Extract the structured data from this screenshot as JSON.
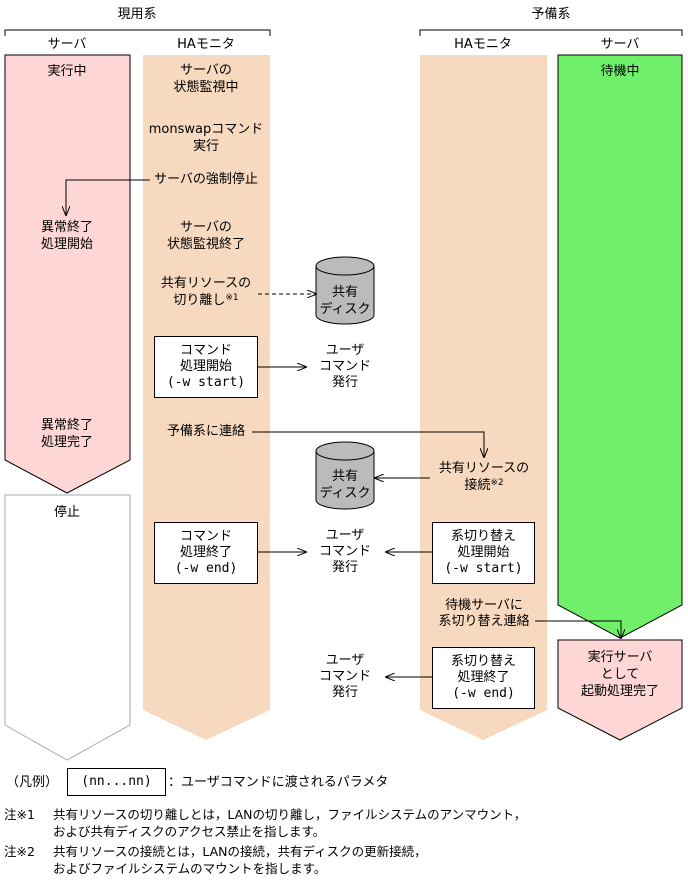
{
  "header": {
    "active_system": "現用系",
    "standby_system": "予備系"
  },
  "columns": {
    "active_server": "サーバ",
    "active_monitor": "HAモニタ",
    "standby_monitor": "HAモニタ",
    "standby_server": "サーバ"
  },
  "colors": {
    "active_running": "#ffd6d6",
    "standby_waiting": "#70f06a",
    "monitor": "#f7d9bf",
    "stopped": "#ffffff",
    "disk": "#bbbbbb",
    "outline": "#000000"
  },
  "active_server": {
    "running": "実行中",
    "abnormal_start_1": "異常終了",
    "abnormal_start_2": "処理開始",
    "abnormal_end_1": "異常終了",
    "abnormal_end_2": "処理完了",
    "stopped": "停止"
  },
  "active_monitor": {
    "monitoring_1": "サーバの",
    "monitoring_2": "状態監視中",
    "monswap_1": "monswapコマンド",
    "monswap_2": "実行",
    "force_stop": "サーバの強制停止",
    "monitor_end_1": "サーバの",
    "monitor_end_2": "状態監視終了",
    "detach_1": "共有リソースの",
    "detach_2": "切り離し",
    "detach_note_mark": "※1",
    "cmd_start_1": "コマンド",
    "cmd_start_2": "処理開始",
    "cmd_start_3": "(-w start)",
    "notify_standby": "予備系に連絡",
    "cmd_end_1": "コマンド",
    "cmd_end_2": "処理終了",
    "cmd_end_3": "(-w end)"
  },
  "shared_disk": {
    "label_1": "共有",
    "label_2": "ディスク"
  },
  "user_command": {
    "line_1": "ユーザ",
    "line_2": "コマンド",
    "line_3": "発行"
  },
  "standby_monitor": {
    "attach_1": "共有リソースの",
    "attach_2": "接続",
    "attach_note_mark": "※2",
    "switch_start_1": "系切り替え",
    "switch_start_2": "処理開始",
    "switch_start_3": "(-w start)",
    "notify_1": "待機サーバに",
    "notify_2": "系切り替え連絡",
    "switch_end_1": "系切り替え",
    "switch_end_2": "処理終了",
    "switch_end_3": "(-w end)"
  },
  "standby_server": {
    "waiting": "待機中",
    "boot_1": "実行サーバ",
    "boot_2": "として",
    "boot_3": "起動処理完了"
  },
  "legend": {
    "label": "（凡例）",
    "sample": "(nn...nn)",
    "description": "：ユーザコマンドに渡されるパラメタ"
  },
  "notes": [
    {
      "mark": "注※1",
      "line_1": "共有リソースの切り離しとは，LANの切り離し，ファイルシステムのアンマウント，",
      "line_2": "および共有ディスクのアクセス禁止を指します。"
    },
    {
      "mark": "注※2",
      "line_1": "共有リソースの接続とは，LANの接続，共有ディスクの更新接続，",
      "line_2": "およびファイルシステムのマウントを指します。"
    }
  ]
}
